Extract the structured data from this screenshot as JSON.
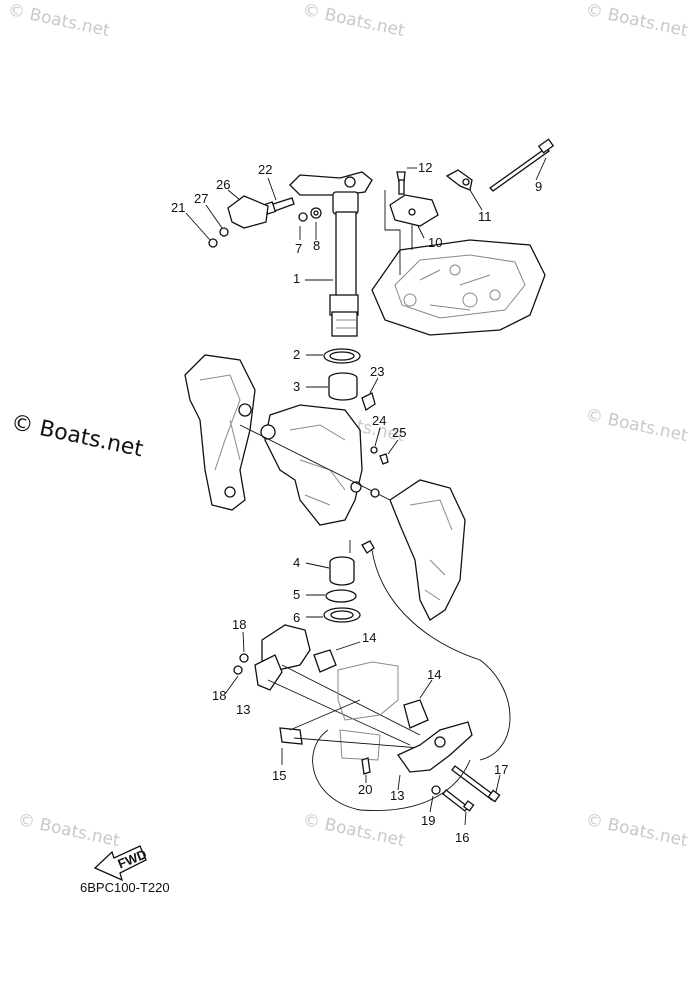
{
  "watermarks": [
    "© Boats.net",
    "© Boats.net",
    "© Boats.net",
    "© Boats.net",
    "© Boats.net",
    "© Boats.net",
    "© Boats.net",
    "© Boats.net"
  ],
  "watermark_main": "© Boats.net",
  "diagram_code": "6BPC100-T220",
  "fwd_label": "FWD",
  "callouts": {
    "c1": "1",
    "c2": "2",
    "c3": "3",
    "c4": "4",
    "c5": "5",
    "c6": "6",
    "c7": "7",
    "c8": "8",
    "c9": "9",
    "c10": "10",
    "c11": "11",
    "c12": "12",
    "c13a": "13",
    "c13b": "13",
    "c14a": "14",
    "c14b": "14",
    "c15": "15",
    "c16": "16",
    "c17": "17",
    "c18a": "18",
    "c18b": "18",
    "c19": "19",
    "c20": "20",
    "c21": "21",
    "c22": "22",
    "c23": "23",
    "c24": "24",
    "c25": "25",
    "c26": "26",
    "c27": "27"
  }
}
